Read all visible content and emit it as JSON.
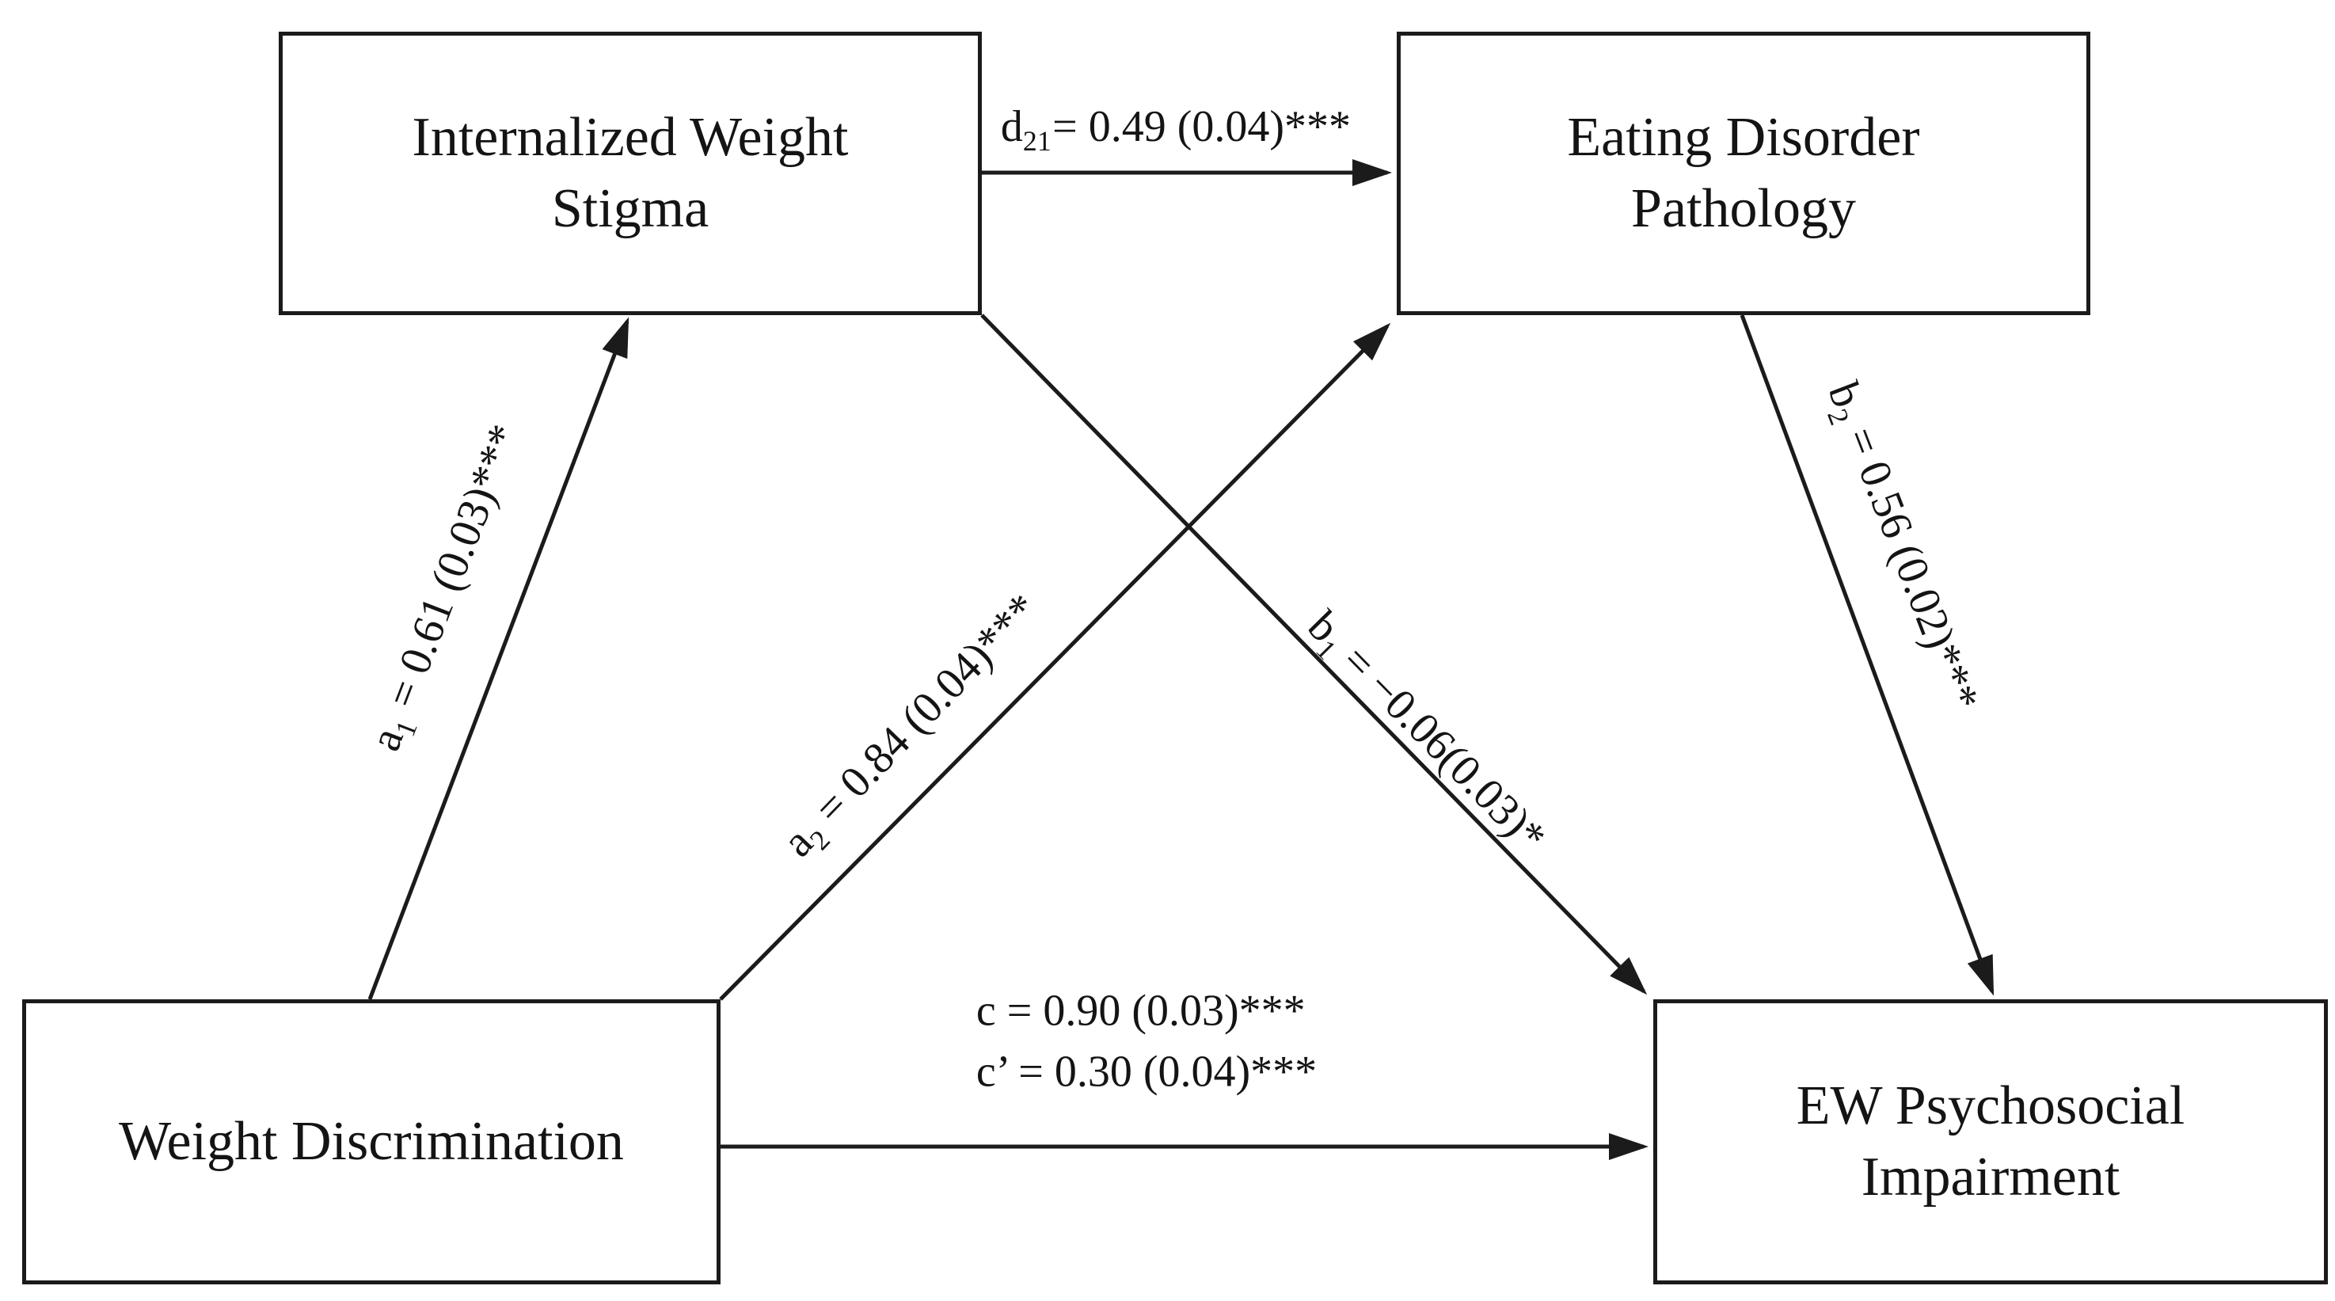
{
  "figure": {
    "type": "mediation-path-diagram",
    "background": "#ffffff",
    "line_color": "#1b1b1b",
    "text_color": "#141414",
    "boxes": [
      {
        "id": "iws",
        "label": "Internalized Weight\nStigma"
      },
      {
        "id": "edp",
        "label": "Eating Disorder\nPathology"
      },
      {
        "id": "wd",
        "label": "Weight Discrimination"
      },
      {
        "id": "ewpi",
        "label": "EW Psychosocial\nImpairment"
      }
    ],
    "paths": {
      "d21": {
        "from": "iws",
        "to": "edp",
        "letter": "d",
        "sub": "21",
        "rest": "= 0.49 (0.04)***"
      },
      "a1": {
        "from": "wd",
        "to": "iws",
        "letter": "a",
        "sub": "1",
        "rest": " = 0.61 (0.03)***"
      },
      "a2": {
        "from": "wd",
        "to": "edp",
        "letter": "a",
        "sub": "2",
        "rest": " = 0.84 (0.04)***"
      },
      "b1": {
        "from": "iws",
        "to": "ewpi",
        "letter": "b",
        "sub": "1",
        "rest": " = −0.06(0.03)*"
      },
      "b2": {
        "from": "edp",
        "to": "ewpi",
        "letter": "b",
        "sub": "2",
        "rest": " = 0.56 (0.02)***"
      },
      "c": {
        "from": "wd",
        "to": "ewpi",
        "line1": "c = 0.90 (0.03)***",
        "line2": "c’ = 0.30 (0.04)***"
      }
    }
  }
}
